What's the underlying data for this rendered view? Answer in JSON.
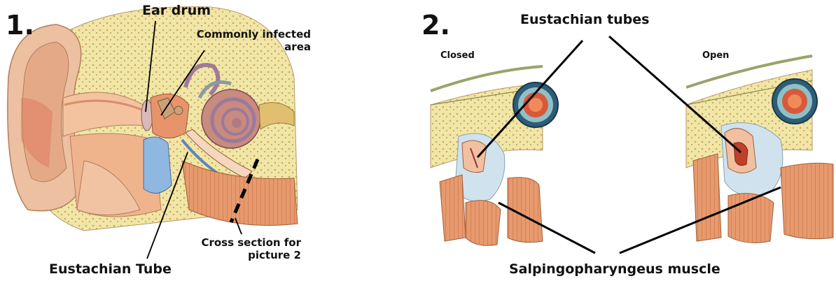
{
  "panel1": {
    "number": "1.",
    "ear_drum": "Ear drum",
    "commonly_infected_line1": "Commonly infected",
    "commonly_infected_line2": "area",
    "eustachian_tube": "Eustachian Tube",
    "cross_section_line1": "Cross section for",
    "cross_section_line2": "picture 2"
  },
  "panel2": {
    "number": "2.",
    "eustachian_tubes": "Eustachian tubes",
    "closed": "Closed",
    "open": "Open",
    "muscle": "Salpingopharyngeus muscle"
  }
}
